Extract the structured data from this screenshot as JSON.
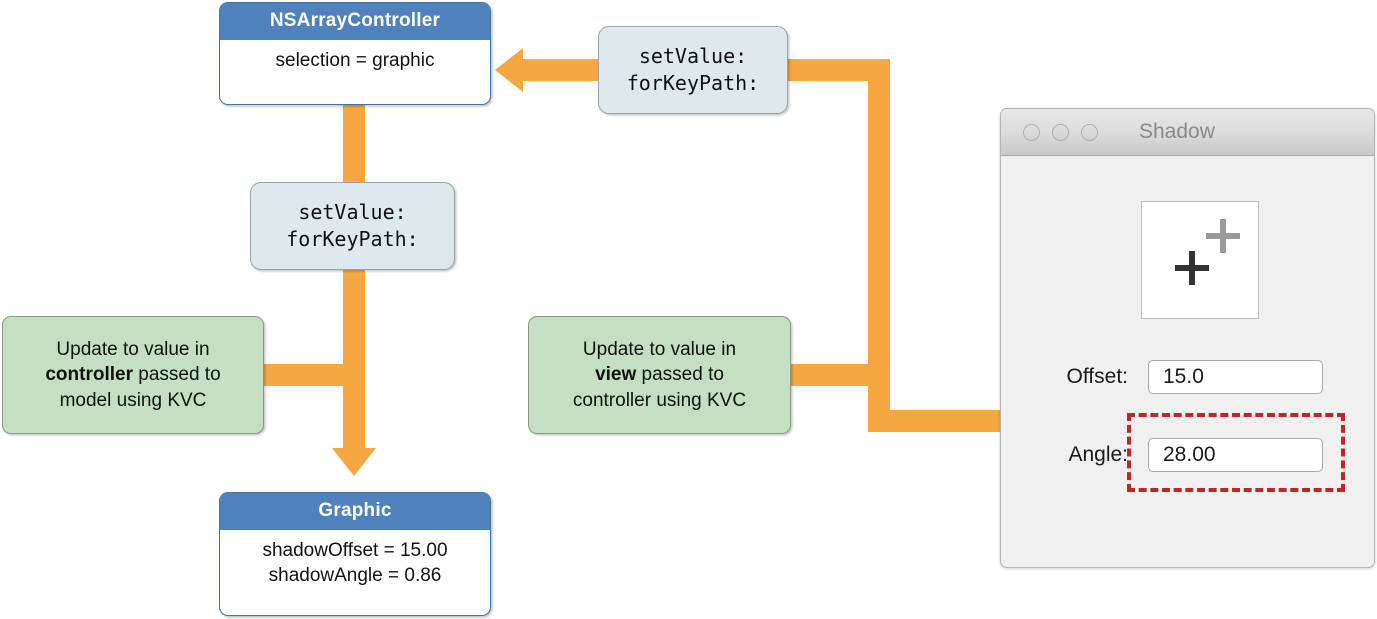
{
  "diagram": {
    "title": "Cocoa bindings KVC round-trip diagram",
    "colors": {
      "connector_orange": "#F5A742",
      "class_header_blue": "#4F81BD",
      "note_green": "#C5DFC2",
      "message_blue_gray": "#DDE9EC",
      "highlight_red": "#C02626"
    },
    "controller_box": {
      "header": "NSArrayController",
      "body": "selection = graphic"
    },
    "model_box": {
      "header": "Graphic",
      "body_lines": [
        "shadowOffset = 15.00",
        "shadowAngle = 0.86"
      ]
    },
    "message_top": {
      "lines": [
        "setValue:",
        "forKeyPath:"
      ]
    },
    "message_left": {
      "lines": [
        "setValue:",
        "forKeyPath:"
      ]
    },
    "note_controller": {
      "line1": "Update to value in",
      "emphasis": "controller",
      "line2_rest": " passed to",
      "line3": "model using KVC"
    },
    "note_view": {
      "line1": "Update to value in",
      "emphasis": "view",
      "line2_rest": " passed to",
      "line3": "controller using KVC"
    }
  },
  "window": {
    "title": "Shadow",
    "traffic_lights": [
      "close-button",
      "minimize-button",
      "zoom-button"
    ],
    "preview": {
      "shadow_marker": "plus-marker-shadow",
      "main_marker": "plus-marker-main"
    },
    "fields": [
      {
        "label": "Offset:",
        "value": "15.0",
        "highlighted": false
      },
      {
        "label": "Angle:",
        "value": "28.00",
        "highlighted": true
      }
    ]
  }
}
